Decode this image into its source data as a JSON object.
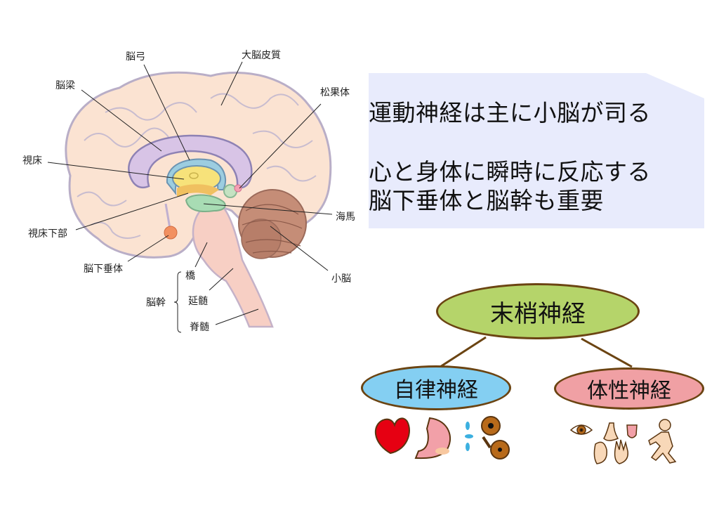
{
  "brain_labels": {
    "fornix": "脳弓",
    "cerebral_cortex": "大脳皮質",
    "corpus_callosum": "脳梁",
    "pineal_body": "松果体",
    "thalamus": "視床",
    "hippocampus": "海馬",
    "hypothalamus": "視床下部",
    "pituitary": "脳下垂体",
    "cerebellum": "小脳",
    "pons": "橋",
    "brainstem": "脳幹",
    "medulla": "延髄",
    "spinal_cord": "脊髄"
  },
  "note": {
    "line1": "運動神経は主に小脳が司る",
    "line2": "心と身体に瞬時に反応する",
    "line3": "脳下垂体と脳幹も重要"
  },
  "tree": {
    "root": {
      "label": "末梢神経",
      "color": "#b5d46a"
    },
    "left": {
      "label": "自律神経",
      "color": "#84cff2"
    },
    "right": {
      "label": "体性神経",
      "color": "#f0a0a4"
    }
  },
  "icons": {
    "autonomic": [
      "heart-icon",
      "stomach-icon",
      "pupil-dilation-icon"
    ],
    "somatic": [
      "eye-icon",
      "nose-icon",
      "tongue-icon",
      "ear-icon",
      "hand-icon",
      "running-person-icon"
    ]
  }
}
